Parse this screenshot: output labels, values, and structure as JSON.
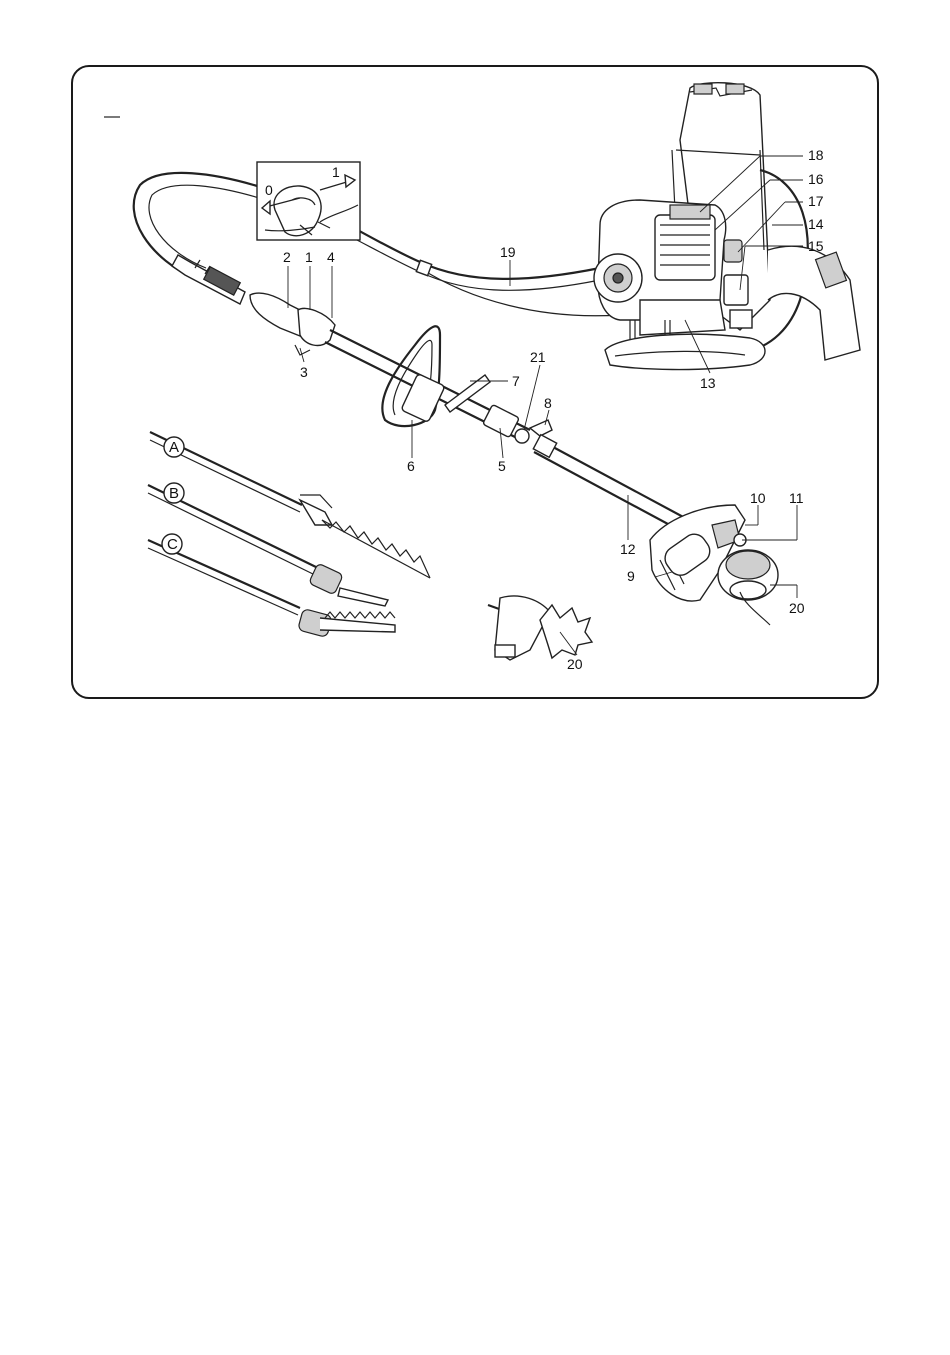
{
  "labels": {
    "l0": "0",
    "l1top": "1",
    "l2": "2",
    "l1": "1",
    "l4": "4",
    "l3": "3",
    "l19": "19",
    "l18": "18",
    "l16": "16",
    "l17": "17",
    "l14": "14",
    "l15": "15",
    "l13": "13",
    "l21": "21",
    "l7": "7",
    "l8": "8",
    "l6": "6",
    "l5": "5",
    "l10": "10",
    "l11": "11",
    "l12": "12",
    "l9": "9",
    "l20a": "20",
    "l20b": "20",
    "A": "A",
    "B": "B",
    "C": "C"
  }
}
